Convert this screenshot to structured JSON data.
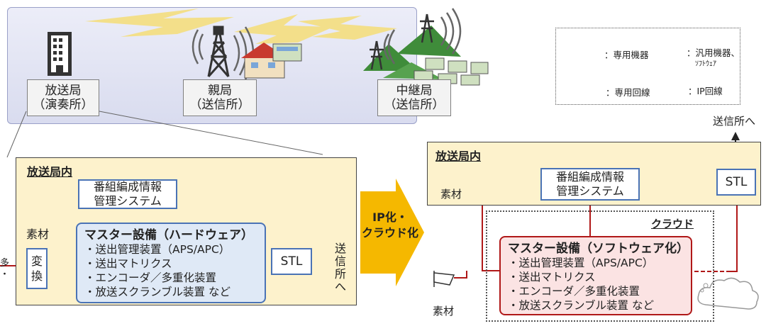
{
  "top": {
    "sites": [
      {
        "name": "放送局",
        "sub": "（演奏所）"
      },
      {
        "name": "親局",
        "sub": "（送信所）"
      },
      {
        "name": "中継局",
        "sub": "（送信所）"
      }
    ]
  },
  "legend": {
    "dedicated_equipment": "：専用機器",
    "general_equipment": "：汎用機器、",
    "general_equipment_sub": "ｿﾌﾄｳｪｱ",
    "dedicated_line": "：専用回線",
    "ip_line": "：IP回線"
  },
  "left": {
    "title": "放送局内",
    "material": "素材",
    "convert": [
      "変",
      "換"
    ],
    "schedule": [
      "番組編成情報",
      "管理システム"
    ],
    "master_title": "マスター設備（ハードウェア）",
    "master_items": [
      "・送出管理装置（APS/APC）",
      "・送出マトリクス",
      "・エンコーダ／多重化装置",
      "・放送スクランブル装置 など"
    ],
    "stl": "STL",
    "to_tx": [
      "送",
      "信",
      "所",
      "へ"
    ],
    "cut_left": [
      "多",
      "・"
    ]
  },
  "arrow": {
    "line1": "IP化・",
    "line2": "クラウド化"
  },
  "right": {
    "to_tx": "送信所へ",
    "title": "放送局内",
    "material_top": "素材",
    "schedule": [
      "番組編成情報",
      "管理システム"
    ],
    "stl": "STL",
    "cloud": "クラウド",
    "master_title": "マスター設備（ソフトウェア化）",
    "master_items": [
      "・送出管理装置（APS/APC）",
      "・送出マトリクス",
      "・エンコーダ／多重化装置",
      "・放送スクランブル装置 など"
    ],
    "material_bottom": "素材"
  },
  "colors": {
    "dedicated": "#4a73b5",
    "ip": "#b01818",
    "hall_fill": "#fdf2cc",
    "arrow": "#f5b800"
  }
}
